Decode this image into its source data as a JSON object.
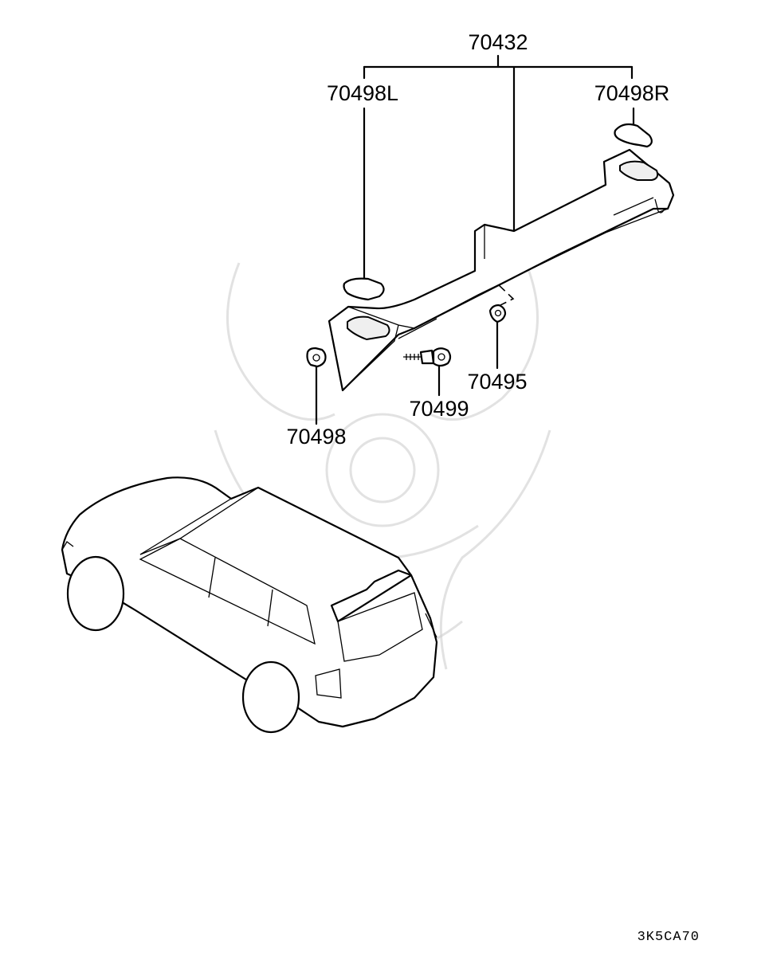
{
  "callouts": {
    "assembly": "70432",
    "cover_left": "70498L",
    "cover_right": "70498R",
    "clip_left": "70498",
    "screw": "70499",
    "clip_right": "70495"
  },
  "diagram_code": "3K5CA70",
  "colors": {
    "line": "#000000",
    "background": "#ffffff",
    "watermark": "#cfcfcf"
  }
}
